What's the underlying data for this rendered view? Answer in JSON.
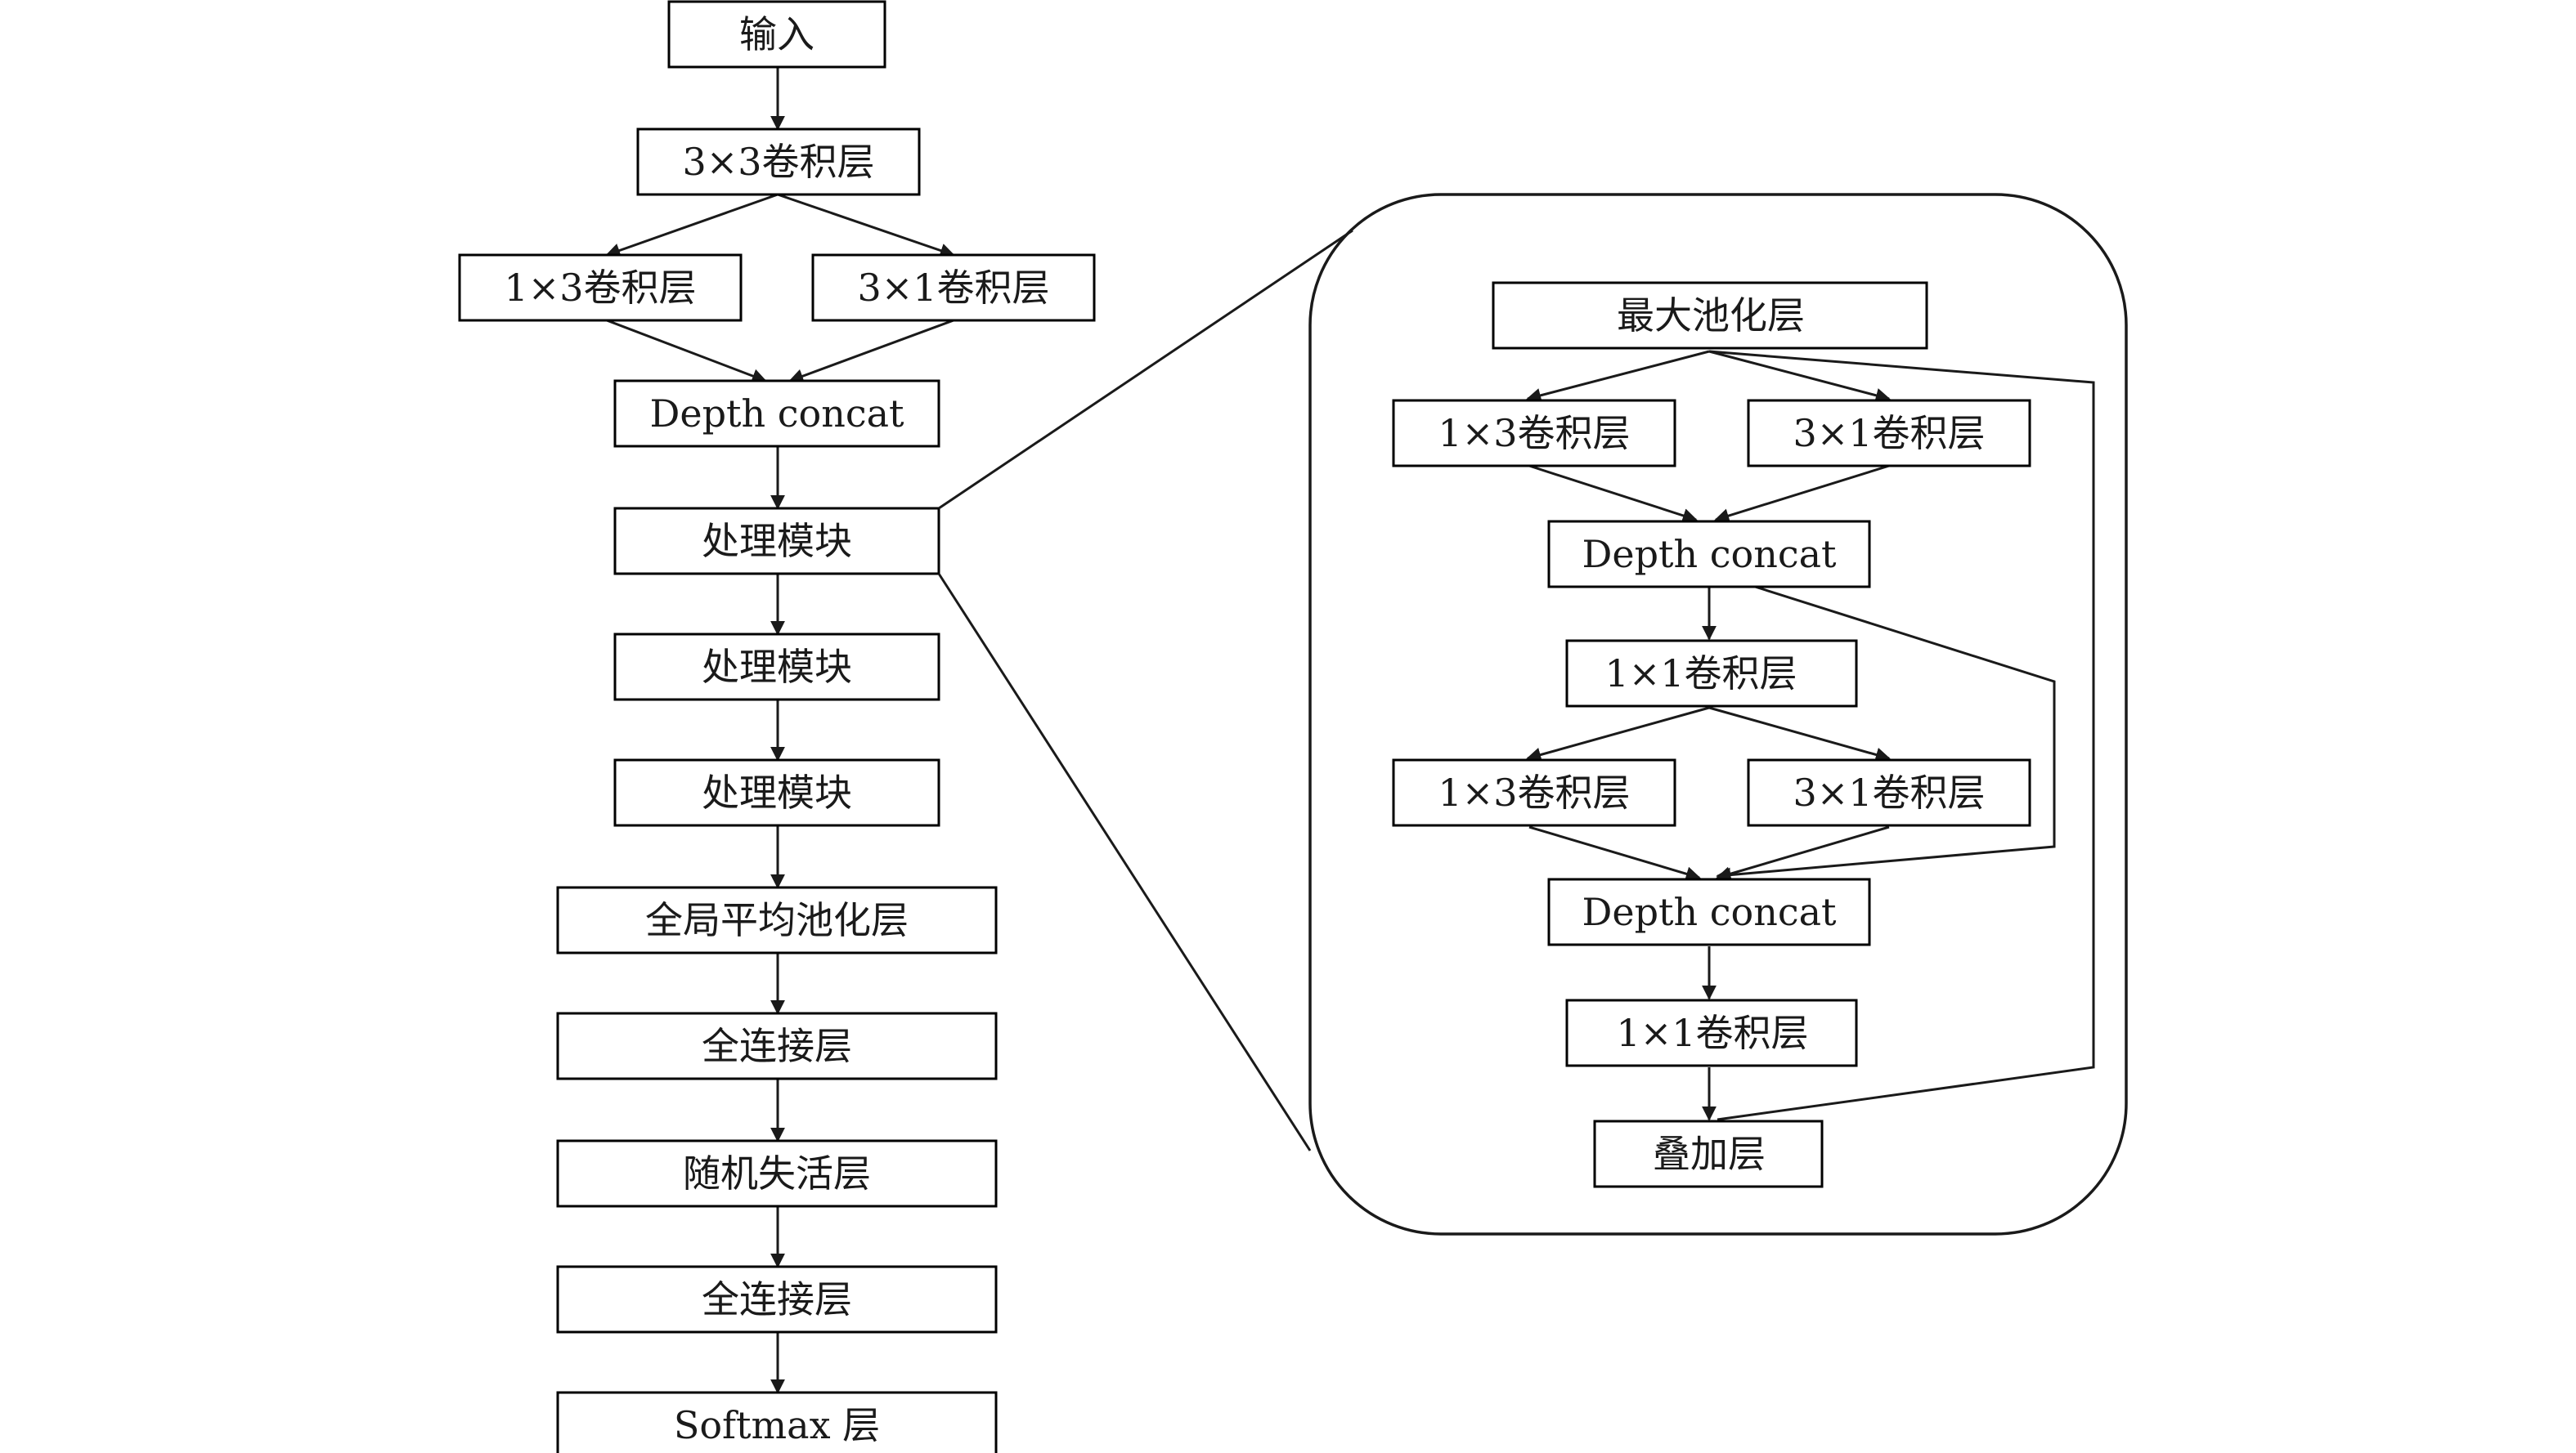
{
  "colors": {
    "stroke": "#1a1a1a",
    "box_fill": "#ffffff",
    "background": "#ffffff"
  },
  "main_flow": {
    "input": "输入",
    "conv3x3": "3×3卷积层",
    "conv1x3": "1×3卷积层",
    "conv3x1": "3×1卷积层",
    "depth_concat": "Depth concat",
    "process_block_1": "处理模块",
    "process_block_2": "处理模块",
    "process_block_3": "处理模块",
    "global_avg_pool": "全局平均池化层",
    "fc_1": "全连接层",
    "dropout": "随机失活层",
    "fc_2": "全连接层",
    "softmax": "Softmax 层"
  },
  "detail_block": {
    "max_pool": "最大池化层",
    "conv1x3_a": "1×3卷积层",
    "conv3x1_a": "3×1卷积层",
    "depth_concat_a": "Depth concat",
    "conv1x1_a": "1×1卷积层",
    "conv1x3_b": "1×3卷积层",
    "conv3x1_b": "3×1卷积层",
    "depth_concat_b": "Depth concat",
    "conv1x1_b": "1×1卷积层",
    "add": "叠加层"
  }
}
